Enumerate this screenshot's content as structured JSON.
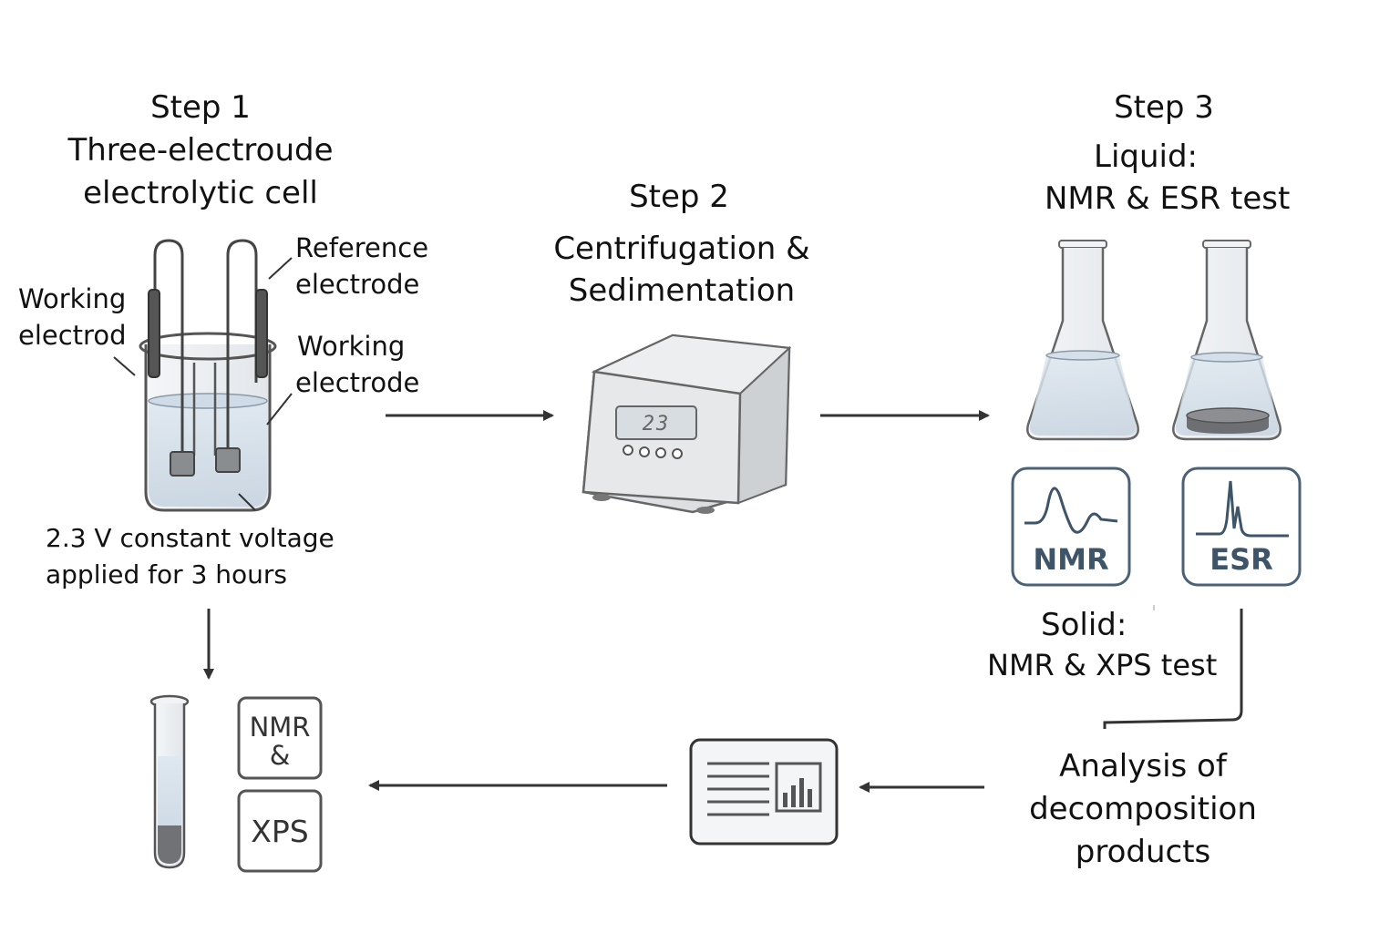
{
  "step1": {
    "heading": "Step 1",
    "title_line1": "Three-electroude",
    "title_line2": "electrolytic cell",
    "label_reference_line1": "Reference",
    "label_reference_line2": "electrode",
    "label_working_left_line1": "Working",
    "label_working_left_line2": "electrod",
    "label_working_right_line1": "Working",
    "label_working_right_line2": "electrode",
    "condition_line1": "2.3 V constant voltage",
    "condition_line2": "applied for 3 hours"
  },
  "step2": {
    "heading": "Step 2",
    "title_line1": "Centrifugation &",
    "title_line2": "Sedimentation",
    "display_value": "23"
  },
  "step3": {
    "heading": "Step 3",
    "liquid_line1": "Liquid:",
    "liquid_line2": "NMR & ESR test",
    "nmr_badge": "NMR",
    "esr_badge": "ESR",
    "solid_line1": "Solid:",
    "solid_line2": "NMR & XPS test"
  },
  "analysis": {
    "line1": "Analysis of",
    "line2": "decomposition",
    "line3": "products"
  },
  "results": {
    "box1_line1": "NMR",
    "box1_line2": "&",
    "box2": "XPS"
  }
}
